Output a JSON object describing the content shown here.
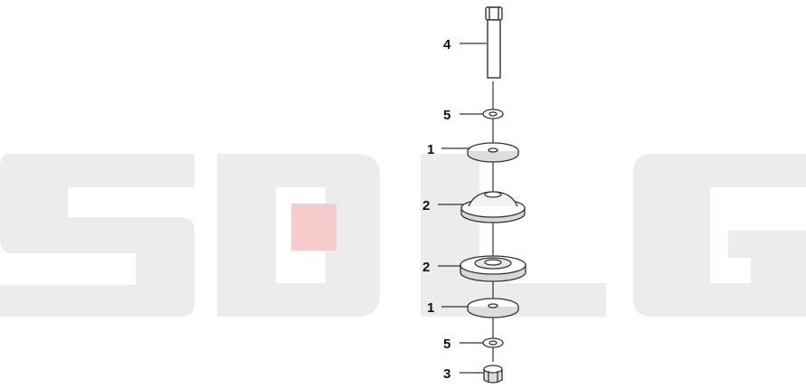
{
  "watermark": {
    "text": "SDLG",
    "color": "#ececec",
    "accent": "#f4cccc"
  },
  "callouts": [
    {
      "label": "4",
      "part": "bolt"
    },
    {
      "label": "5",
      "part": "washer-upper"
    },
    {
      "label": "1",
      "part": "flat-washer-upper"
    },
    {
      "label": "2",
      "part": "rubber-mount-upper"
    },
    {
      "label": "2",
      "part": "rubber-mount-lower"
    },
    {
      "label": "1",
      "part": "flat-washer-lower"
    },
    {
      "label": "5",
      "part": "washer-lower"
    },
    {
      "label": "3",
      "part": "nut"
    }
  ],
  "colors": {
    "line": "#333333",
    "part_fill": "#ffffff",
    "part_shade": "#d8d8d8"
  }
}
